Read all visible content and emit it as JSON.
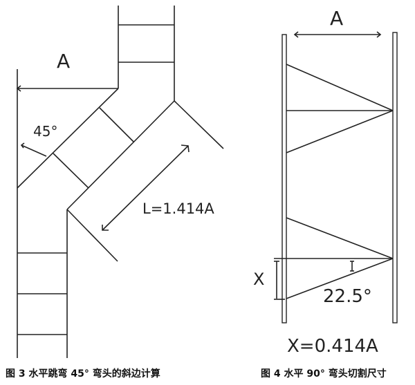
{
  "figure3": {
    "label_A": "A",
    "label_angle": "45°",
    "label_L": "L=1.414A",
    "caption": "图 3  水平跳弯 45° 弯头的斜边计算"
  },
  "figure4": {
    "label_A": "A",
    "label_X": "X",
    "label_angle": "22.5°",
    "formula": "X=0.414A",
    "caption": "图 4  水平 90° 弯头切割尺寸"
  },
  "colors": {
    "line": "#222222",
    "background": "#ffffff"
  }
}
